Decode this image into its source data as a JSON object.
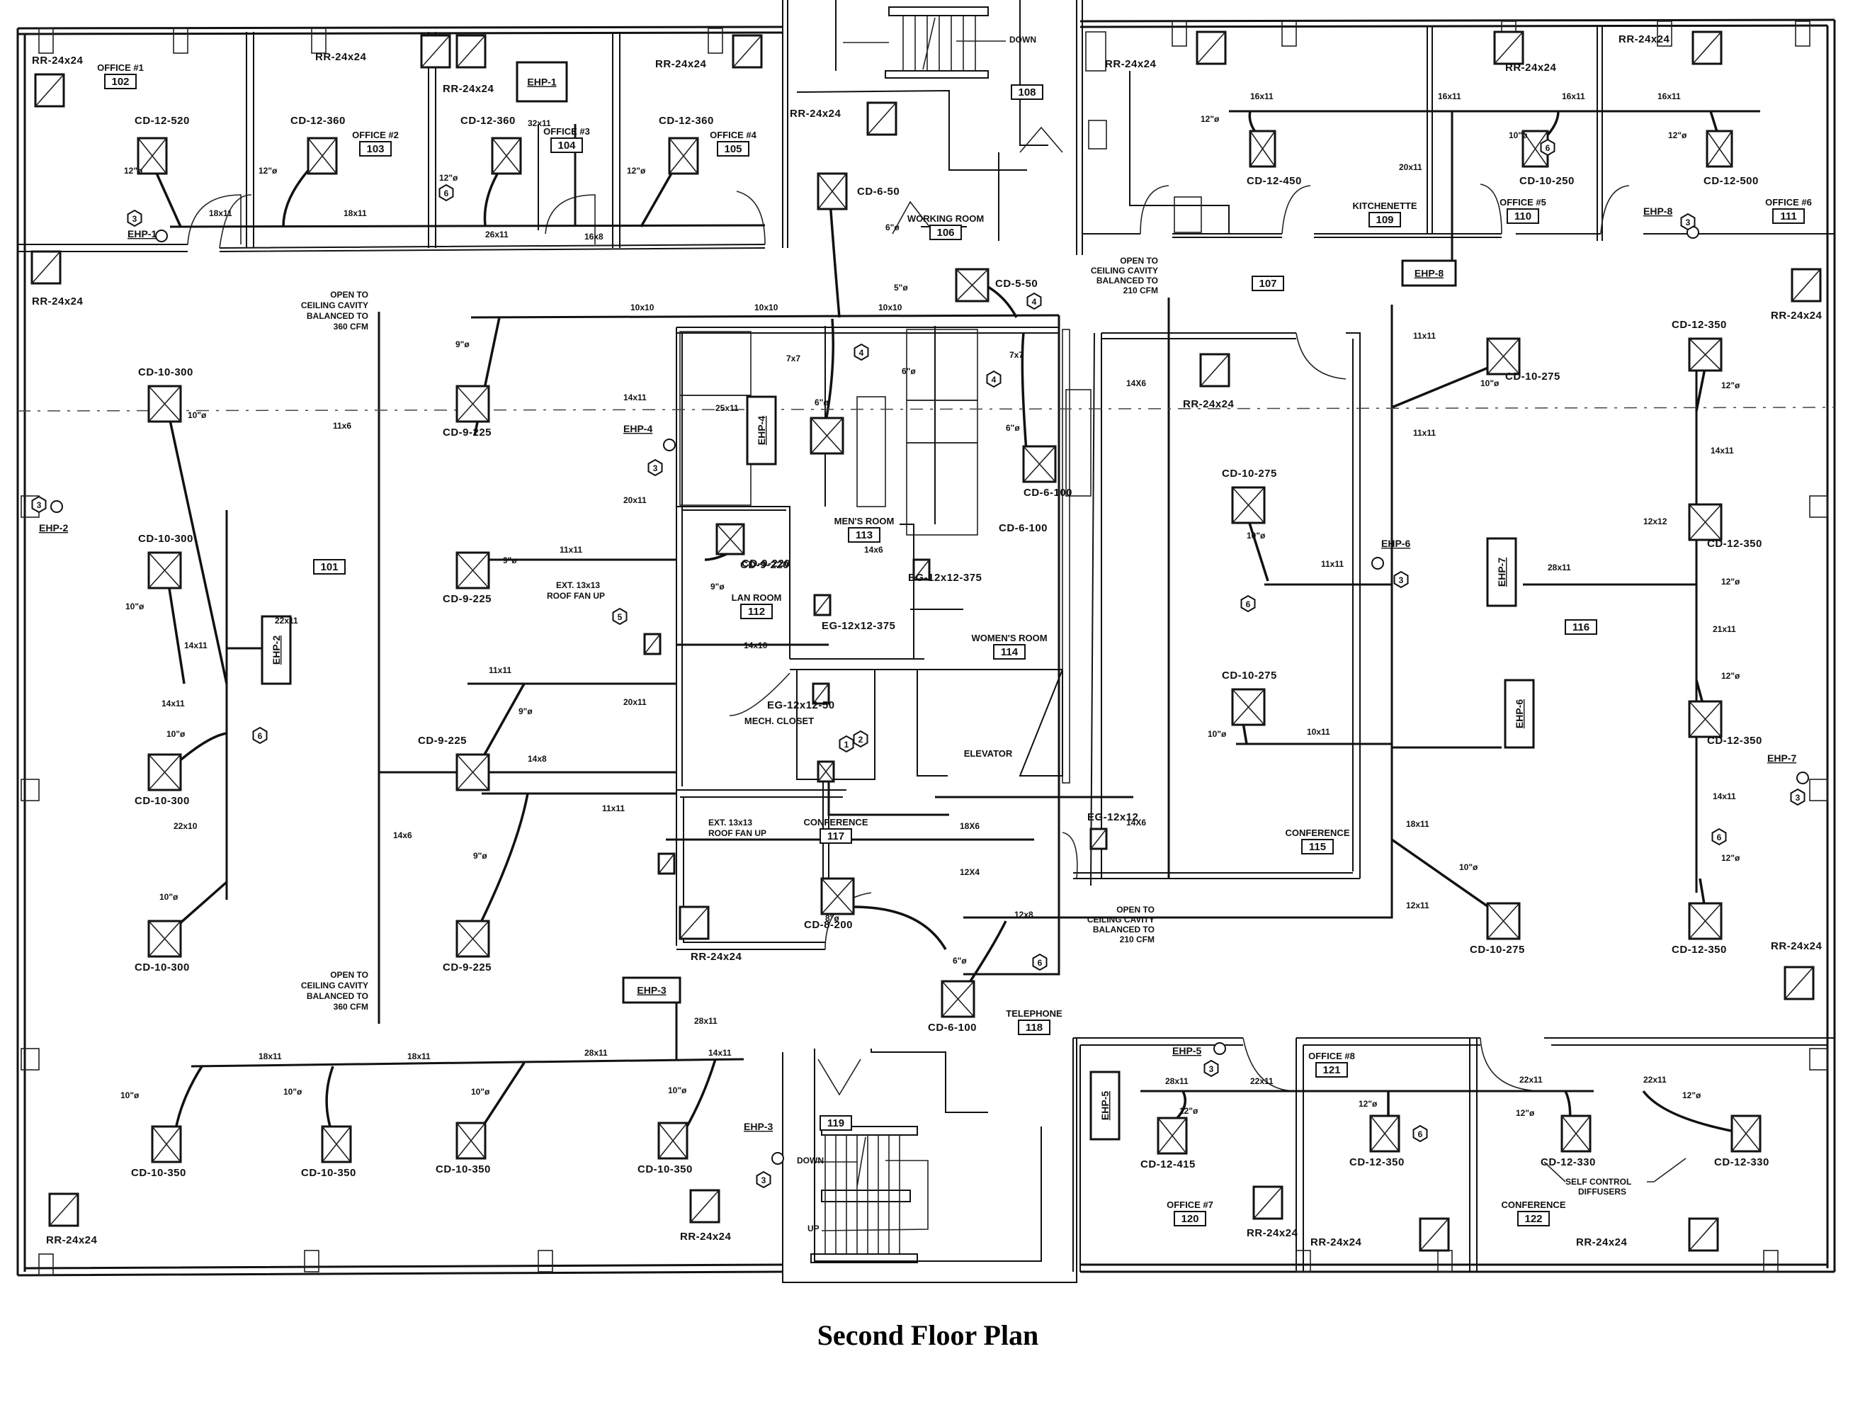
{
  "title": "Second Floor Plan",
  "rooms": [
    {
      "name": "OFFICE #1",
      "number": "102"
    },
    {
      "name": "OFFICE #2",
      "number": "103"
    },
    {
      "name": "OFFICE #3",
      "number": "104"
    },
    {
      "name": "OFFICE #4",
      "number": "105"
    },
    {
      "name": "WORKING ROOM",
      "number": "106"
    },
    {
      "name": "",
      "number": "108"
    },
    {
      "name": "KITCHENETTE",
      "number": "109"
    },
    {
      "name": "OFFICE #5",
      "number": "110"
    },
    {
      "name": "OFFICE #6",
      "number": "111"
    },
    {
      "name": "",
      "number": "101"
    },
    {
      "name": "",
      "number": "107"
    },
    {
      "name": "LAN ROOM",
      "number": "112"
    },
    {
      "name": "MEN'S ROOM",
      "number": "113"
    },
    {
      "name": "WOMEN'S ROOM",
      "number": "114"
    },
    {
      "name": "CONFERENCE",
      "number": "115"
    },
    {
      "name": "",
      "number": "116"
    },
    {
      "name": "CONFERENCE",
      "number": "117"
    },
    {
      "name": "TELEPHONE",
      "number": "118"
    },
    {
      "name": "",
      "number": "119"
    },
    {
      "name": "OFFICE #7",
      "number": "120"
    },
    {
      "name": "OFFICE #8",
      "number": "121"
    },
    {
      "name": "CONFERENCE",
      "number": "122"
    },
    {
      "name": "MECH. CLOSET",
      "number": ""
    },
    {
      "name": "ELEVATOR",
      "number": ""
    }
  ],
  "supply_diffusers": [
    "CD-12-520",
    "CD-12-360",
    "CD-12-360",
    "CD-12-360",
    "CD-6-50",
    "CD-5-50",
    "CD-12-450",
    "CD-10-250",
    "CD-12-500",
    "CD-10-300",
    "CD-10-300",
    "CD-10-300",
    "CD-10-300",
    "CD-9-225",
    "CD-9-225",
    "CD-9-225",
    "CD-9-225",
    "CD-6-100",
    "CD-6-100",
    "CD-9-220",
    "CD-8-200",
    "CD-10-275",
    "CD-10-275",
    "CD-10-275",
    "CD-10-275",
    "CD-12-350",
    "CD-12-350",
    "CD-12-350",
    "CD-12-350",
    "CD-10-350",
    "CD-10-350",
    "CD-10-350",
    "CD-10-350",
    "CD-12-415",
    "CD-12-350",
    "CD-12-330",
    "CD-12-330"
  ],
  "return_grilles": "RR-24x24",
  "exhaust_grilles": [
    "EG-12x12-375",
    "EG-12x12-375",
    "EG-12x12-50",
    "EG-12x12"
  ],
  "heat_pumps": [
    "EHP-1",
    "EHP-2",
    "EHP-3",
    "EHP-4",
    "EHP-5",
    "EHP-6",
    "EHP-7",
    "EHP-8"
  ],
  "duct_sizes": [
    "18x11",
    "18x11",
    "26x11",
    "16x8",
    "32x11",
    "16x11",
    "16x11",
    "16x11",
    "16x11",
    "20x11",
    "10x10",
    "10x10",
    "10x10",
    "7x7",
    "7x7",
    "14x11",
    "25x11",
    "20x11",
    "20x11",
    "11x11",
    "11x11",
    "11x6",
    "14x6",
    "22x11",
    "14x11",
    "14x11",
    "22x10",
    "14x8",
    "11x11",
    "14x10",
    "14x6",
    "14X6",
    "14X6",
    "18X6",
    "12X4",
    "12x8",
    "11x11",
    "11x11",
    "11x11",
    "10x11",
    "18x11",
    "12x11",
    "28x11",
    "14x11",
    "12x12",
    "21x11",
    "14x11",
    "18x11",
    "18x11",
    "28x11",
    "28x11",
    "14x11",
    "28x11",
    "22x11",
    "22x11",
    "22x11"
  ],
  "branch_sizes": [
    "12\"ø",
    "10\"ø",
    "9\"ø",
    "8\"ø",
    "6\"ø",
    "5\"ø"
  ],
  "notes": {
    "open_ceiling_360": [
      "OPEN TO",
      "CEILING CAVITY",
      "BALANCED TO",
      "360 CFM"
    ],
    "open_ceiling_210": [
      "OPEN TO",
      "CEILING CAVITY",
      "BALANCED TO",
      "210 CFM"
    ],
    "roof_fan": [
      "EXT. 13x13",
      "ROOF FAN UP"
    ],
    "self_control": [
      "SELF CONTROL",
      "DIFFUSERS"
    ],
    "stair_down": "DOWN",
    "stair_up": "UP"
  },
  "keynotes": [
    "1",
    "2",
    "3",
    "4",
    "5",
    "6"
  ]
}
